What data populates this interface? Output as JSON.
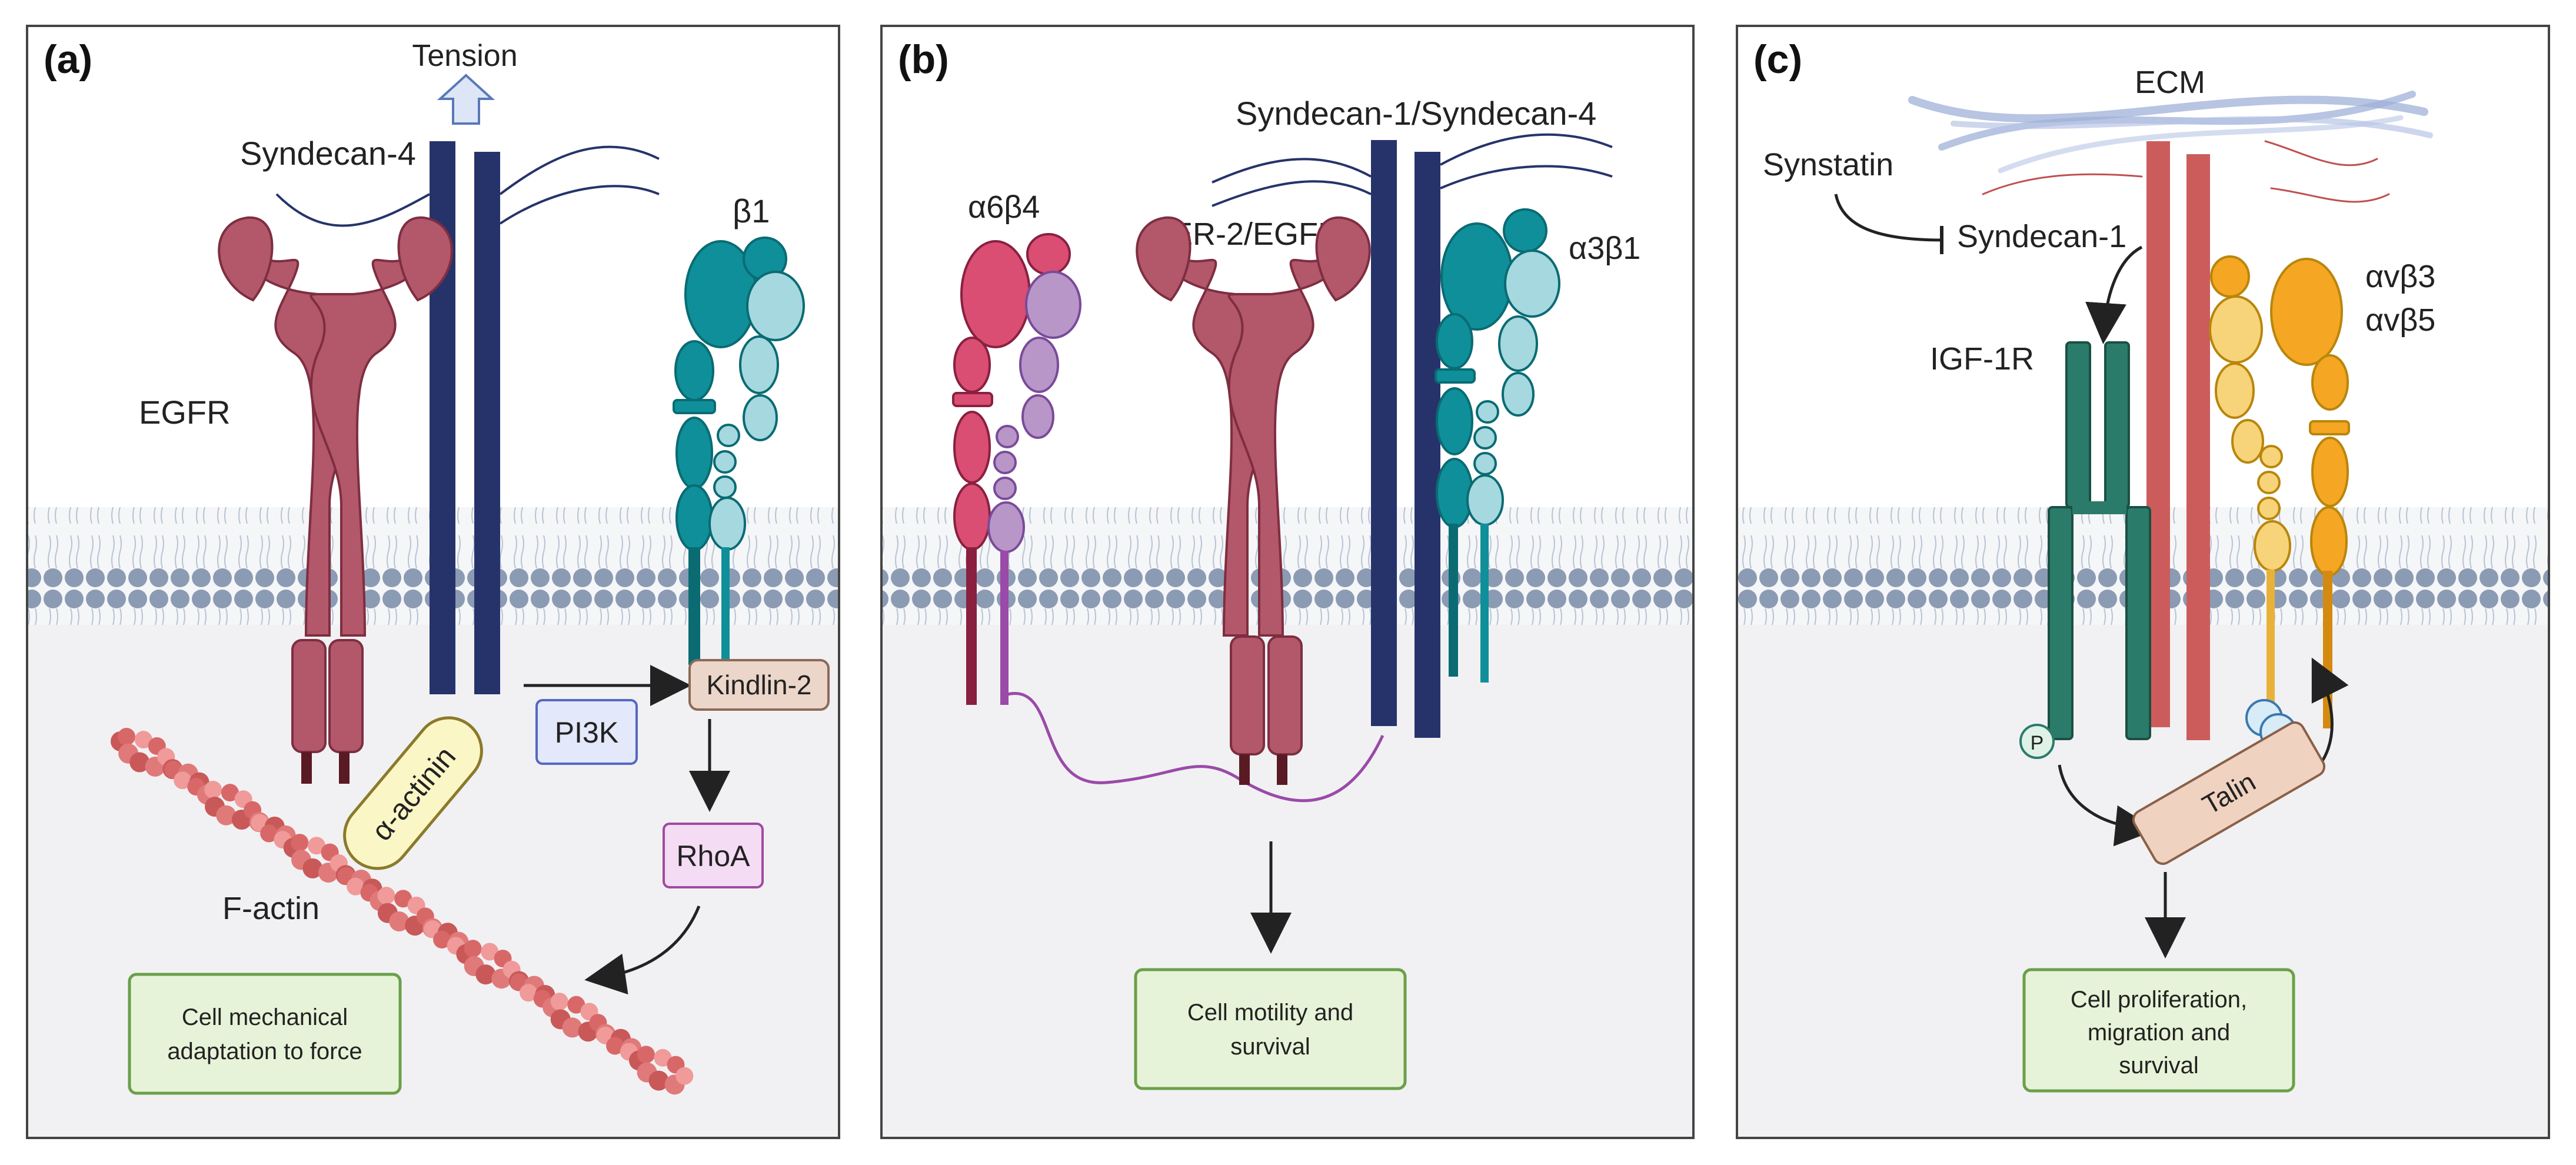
{
  "panels": [
    {
      "id": "a",
      "label": "(a)",
      "tension": "Tension",
      "syndecan": "Syndecan-4",
      "integrin": "β1",
      "egfr": "EGFR",
      "pi3k": "PI3K",
      "kindlin": "Kindlin-2",
      "rhoa": "RhoA",
      "actinin": "α-actinin",
      "factin": "F-actin",
      "outcome_lines": [
        "Cell mechanical",
        "adaptation to force"
      ]
    },
    {
      "id": "b",
      "label": "(b)",
      "syndecan": "Syndecan-1/Syndecan-4",
      "a6b4": "α6β4",
      "her2": "HER-2/EGFR",
      "a3b1": "α3β1",
      "outcome_lines": [
        "Cell motility and",
        "survival"
      ]
    },
    {
      "id": "c",
      "label": "(c)",
      "ecm": "ECM",
      "synstatin": "Synstatin",
      "syndecan": "Syndecan-1",
      "igf": "IGF-1R",
      "avb3": "αvβ3",
      "avb5": "αvβ5",
      "talin": "Talin",
      "phospho": "P",
      "outcome_lines": [
        "Cell proliferation,",
        "migration and",
        "survival"
      ]
    }
  ],
  "colors": {
    "egfr": "#b2586a",
    "syndecan": "#26336b",
    "integrin_dark": "#0f8f99",
    "integrin_light": "#a6d8df",
    "outcome_fill": "#e7f3d8",
    "outcome_stroke": "#6aa04a"
  }
}
